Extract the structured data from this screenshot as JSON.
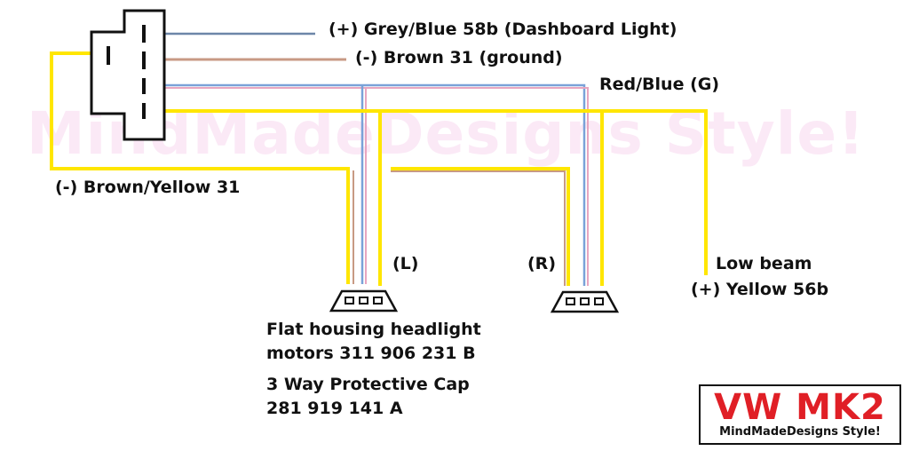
{
  "watermark": "MindMadeDesigns Style!",
  "wires": {
    "grey_blue": "(+) Grey/Blue 58b (Dashboard Light)",
    "brown": "(-) Brown 31 (ground)",
    "red_blue": "Red/Blue (G)",
    "brown_yellow": "(-) Brown/Yellow 31",
    "low_beam_line1": "Low beam",
    "low_beam_line2": "(+) Yellow 56b"
  },
  "connectors": {
    "left": "(L)",
    "right": "(R)"
  },
  "parts": {
    "motor_line1": "Flat housing headlight",
    "motor_line2": "motors 311 906 231 B",
    "cap_line1": "3 Way Protective Cap",
    "cap_line2": "281 919 141 A"
  },
  "logo": {
    "title": "VW MK2",
    "subtitle": "MindMadeDesigns Style!"
  },
  "colors": {
    "yellow": "#ffe600",
    "blue": "#7aa2d8",
    "grey_blue": "#6d86a8",
    "brown": "#c89a84",
    "pink": "#e8a6c0",
    "outline": "#111111",
    "logo_red": "#e01f26"
  }
}
